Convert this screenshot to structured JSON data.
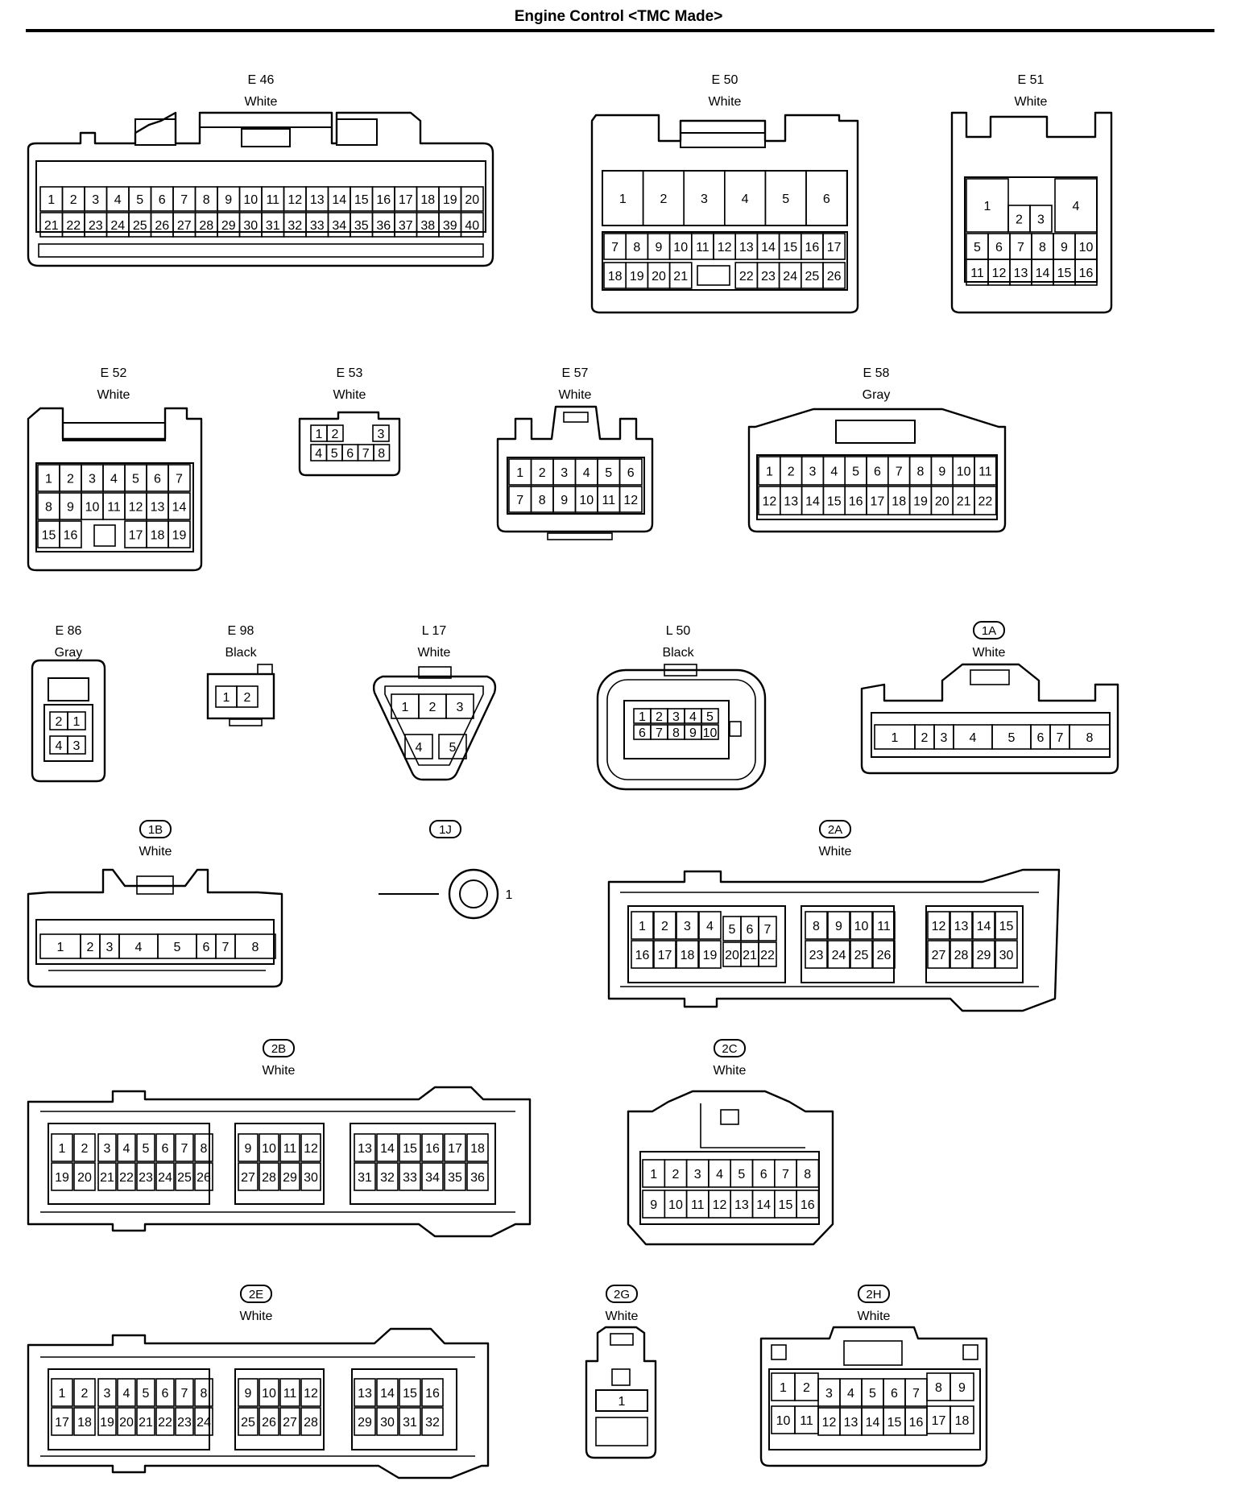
{
  "page": {
    "title": "Engine Control <TMC Made>"
  },
  "connectors": [
    {
      "id": "E46",
      "name": "E 46",
      "color": "White",
      "badge": false,
      "rows": [
        [
          "1",
          "2",
          "3",
          "4",
          "5",
          "6",
          "7",
          "8",
          "9",
          "10",
          "11",
          "12",
          "13",
          "14",
          "15",
          "16",
          "17",
          "18",
          "19",
          "20"
        ],
        [
          "21",
          "22",
          "23",
          "24",
          "25",
          "26",
          "27",
          "28",
          "29",
          "30",
          "31",
          "32",
          "33",
          "34",
          "35",
          "36",
          "37",
          "38",
          "39",
          "40"
        ]
      ]
    },
    {
      "id": "E50",
      "name": "E 50",
      "color": "White",
      "badge": false,
      "rows": [
        [
          "1",
          "2",
          "3",
          "4",
          "5",
          "6"
        ],
        [
          "7",
          "8",
          "9",
          "10",
          "11",
          "12",
          "13",
          "14",
          "15",
          "16",
          "17"
        ],
        [
          "18",
          "19",
          "20",
          "21",
          "",
          "",
          "22",
          "23",
          "24",
          "25",
          "26"
        ]
      ]
    },
    {
      "id": "E51",
      "name": "E 51",
      "color": "White",
      "badge": false,
      "rows": [
        [
          "1",
          "2",
          "3",
          "4"
        ],
        [
          "5",
          "6",
          "7",
          "8",
          "9",
          "10"
        ],
        [
          "11",
          "12",
          "13",
          "14",
          "15",
          "16"
        ]
      ]
    },
    {
      "id": "E52",
      "name": "E 52",
      "color": "White",
      "badge": false,
      "rows": [
        [
          "1",
          "2",
          "3",
          "4",
          "5",
          "6",
          "7"
        ],
        [
          "8",
          "9",
          "10",
          "11",
          "12",
          "13",
          "14"
        ],
        [
          "15",
          "16",
          "",
          "",
          "17",
          "18",
          "19"
        ]
      ]
    },
    {
      "id": "E53",
      "name": "E 53",
      "color": "White",
      "badge": false,
      "rows": [
        [
          "1",
          "2",
          "",
          "3"
        ],
        [
          "4",
          "5",
          "6",
          "7",
          "8"
        ]
      ]
    },
    {
      "id": "E57",
      "name": "E 57",
      "color": "White",
      "badge": false,
      "rows": [
        [
          "1",
          "2",
          "3",
          "4",
          "5",
          "6"
        ],
        [
          "7",
          "8",
          "9",
          "10",
          "11",
          "12"
        ]
      ]
    },
    {
      "id": "E58",
      "name": "E 58",
      "color": "Gray",
      "badge": false,
      "rows": [
        [
          "1",
          "2",
          "3",
          "4",
          "5",
          "6",
          "7",
          "8",
          "9",
          "10",
          "11"
        ],
        [
          "12",
          "13",
          "14",
          "15",
          "16",
          "17",
          "18",
          "19",
          "20",
          "21",
          "22"
        ]
      ]
    },
    {
      "id": "E86",
      "name": "E 86",
      "color": "Gray",
      "badge": false,
      "rows": [
        [
          "2",
          "1"
        ],
        [
          "4",
          "3"
        ]
      ]
    },
    {
      "id": "E98",
      "name": "E 98",
      "color": "Black",
      "badge": false,
      "rows": [
        [
          "1",
          "2"
        ]
      ]
    },
    {
      "id": "L17",
      "name": "L 17",
      "color": "White",
      "badge": false,
      "rows": [
        [
          "1",
          "2",
          "3"
        ],
        [
          "4",
          "5"
        ]
      ]
    },
    {
      "id": "L50",
      "name": "L 50",
      "color": "Black",
      "badge": false,
      "rows": [
        [
          "1",
          "2",
          "3",
          "4",
          "5"
        ],
        [
          "6",
          "7",
          "8",
          "9",
          "10"
        ]
      ]
    },
    {
      "id": "1A",
      "name": "1A",
      "color": "White",
      "badge": true,
      "rows": [
        [
          "1",
          "2",
          "3",
          "4",
          "5",
          "6",
          "7",
          "8"
        ]
      ]
    },
    {
      "id": "1B",
      "name": "1B",
      "color": "White",
      "badge": true,
      "rows": [
        [
          "1",
          "2",
          "3",
          "4",
          "5",
          "6",
          "7",
          "8"
        ]
      ]
    },
    {
      "id": "1J",
      "name": "1J",
      "color": "",
      "badge": true,
      "rows": [
        [
          "1"
        ]
      ]
    },
    {
      "id": "2A",
      "name": "2A",
      "color": "White",
      "badge": true,
      "rows": [
        [
          "1",
          "2",
          "3",
          "4",
          "5",
          "6",
          "7",
          "8",
          "9",
          "10",
          "11",
          "12",
          "13",
          "14",
          "15"
        ],
        [
          "16",
          "17",
          "18",
          "19",
          "20",
          "21",
          "22",
          "23",
          "24",
          "25",
          "26",
          "27",
          "28",
          "29",
          "30"
        ]
      ]
    },
    {
      "id": "2B",
      "name": "2B",
      "color": "White",
      "badge": true,
      "rows": [
        [
          "1",
          "2",
          "3",
          "4",
          "5",
          "6",
          "7",
          "8",
          "9",
          "10",
          "11",
          "12",
          "13",
          "14",
          "15",
          "16",
          "17",
          "18"
        ],
        [
          "19",
          "20",
          "21",
          "22",
          "23",
          "24",
          "25",
          "26",
          "27",
          "28",
          "29",
          "30",
          "31",
          "32",
          "33",
          "34",
          "35",
          "36"
        ]
      ]
    },
    {
      "id": "2C",
      "name": "2C",
      "color": "White",
      "badge": true,
      "rows": [
        [
          "1",
          "2",
          "3",
          "4",
          "5",
          "6",
          "7",
          "8"
        ],
        [
          "9",
          "10",
          "11",
          "12",
          "13",
          "14",
          "15",
          "16"
        ]
      ]
    },
    {
      "id": "2E",
      "name": "2E",
      "color": "White",
      "badge": true,
      "rows": [
        [
          "1",
          "2",
          "3",
          "4",
          "5",
          "6",
          "7",
          "8",
          "9",
          "10",
          "11",
          "12",
          "13",
          "14",
          "15",
          "16"
        ],
        [
          "17",
          "18",
          "19",
          "20",
          "21",
          "22",
          "23",
          "24",
          "25",
          "26",
          "27",
          "28",
          "29",
          "30",
          "31",
          "32"
        ]
      ]
    },
    {
      "id": "2G",
      "name": "2G",
      "color": "White",
      "badge": true,
      "rows": [
        [
          "1"
        ]
      ]
    },
    {
      "id": "2H",
      "name": "2H",
      "color": "White",
      "badge": true,
      "rows": [
        [
          "1",
          "2",
          "3",
          "4",
          "5",
          "6",
          "7",
          "8",
          "9"
        ],
        [
          "10",
          "11",
          "12",
          "13",
          "14",
          "15",
          "16",
          "17",
          "18"
        ]
      ]
    }
  ]
}
